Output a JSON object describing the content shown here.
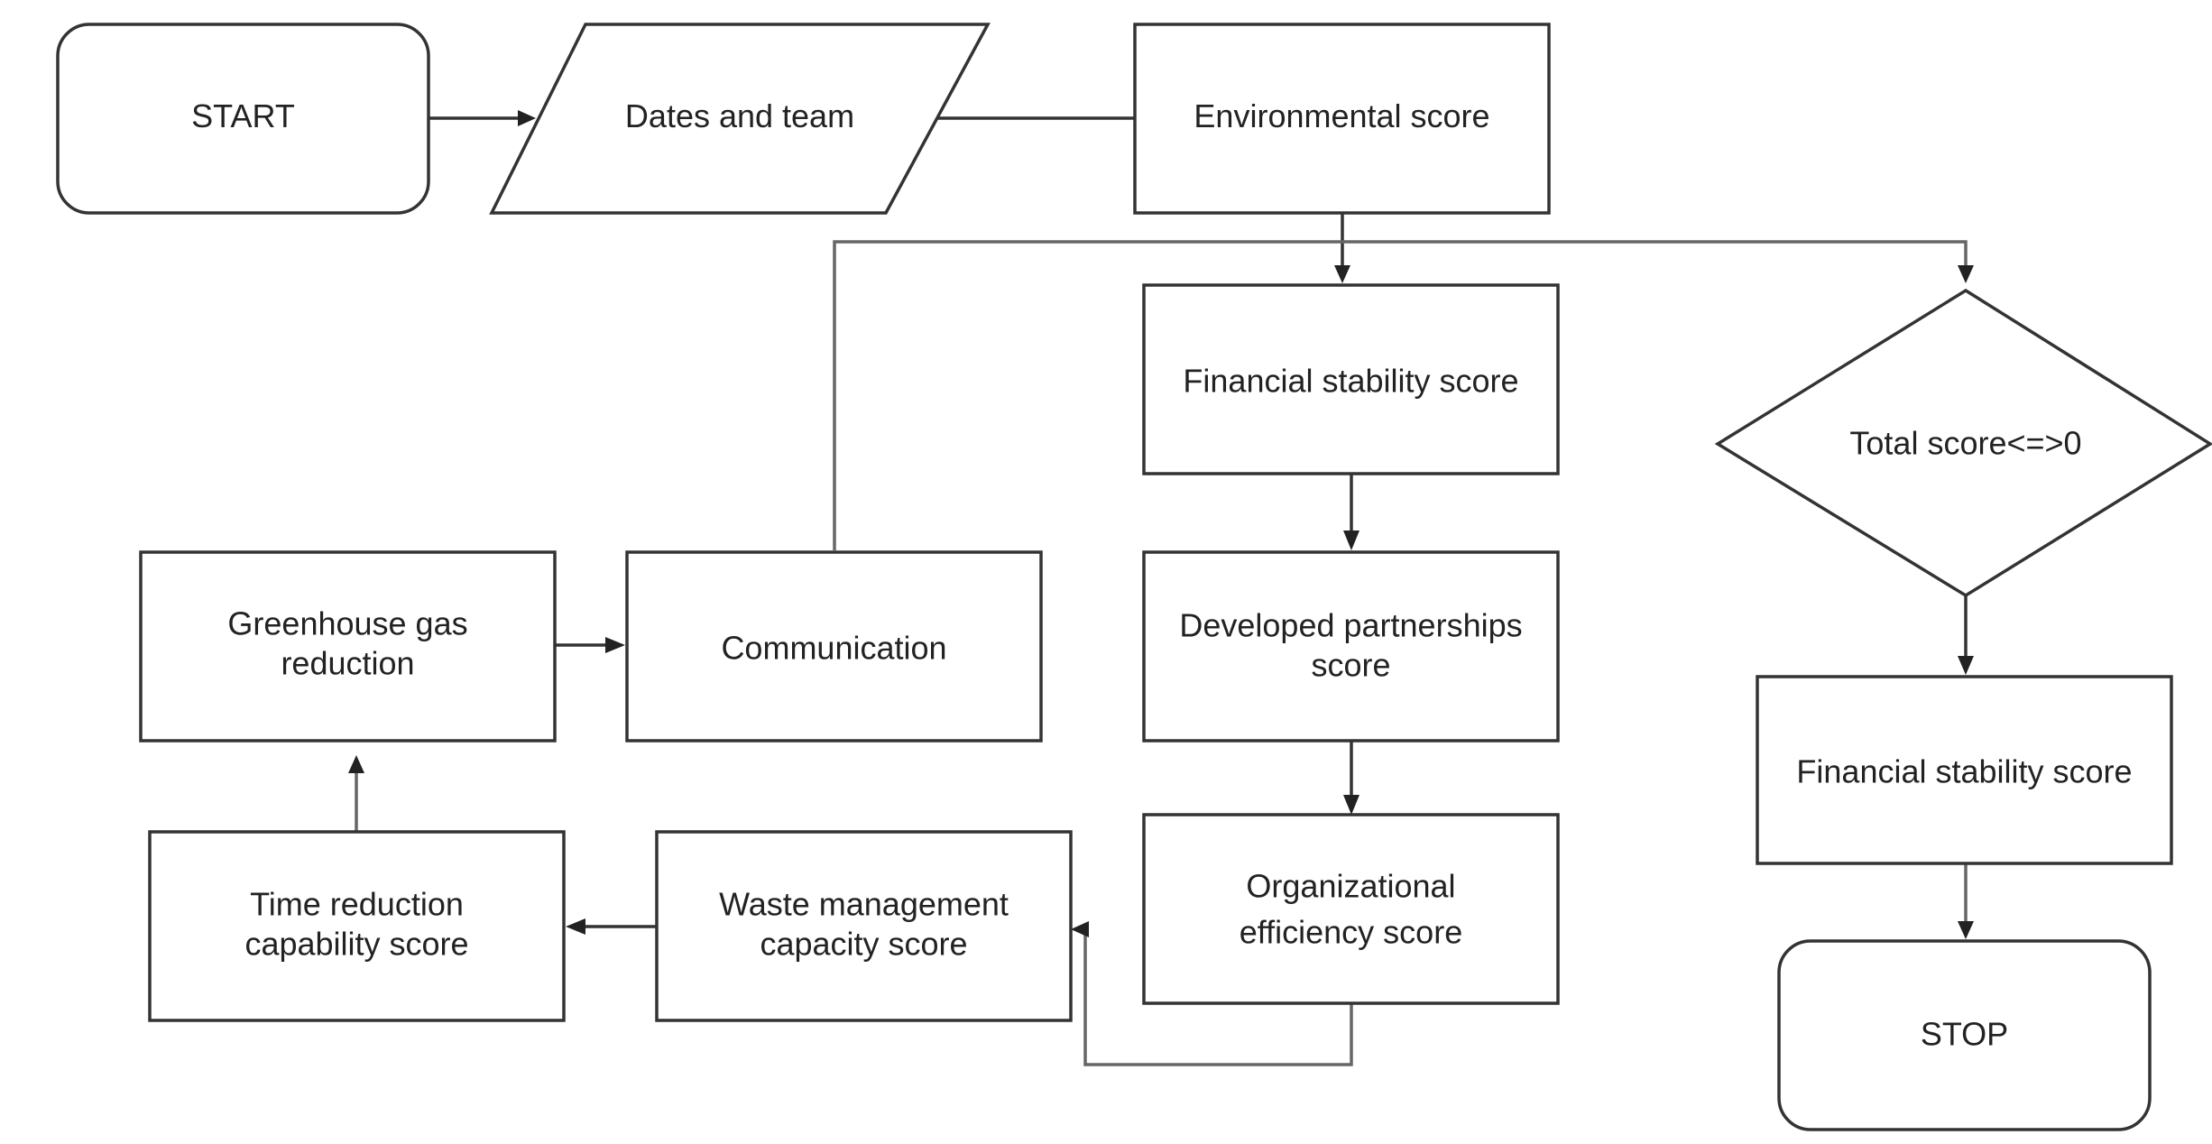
{
  "diagram": {
    "nodes": {
      "start": {
        "label": "START"
      },
      "dates_team": {
        "label": "Dates and team"
      },
      "environmental": {
        "label": "Environmental score"
      },
      "financial_1": {
        "label": "Financial stability score"
      },
      "partnerships": {
        "label_line1": "Developed partnerships",
        "label_line2": "score"
      },
      "org_efficiency": {
        "label_line1": "Organizational",
        "label_line2": "efficiency score"
      },
      "waste": {
        "label_line1": "Waste management",
        "label_line2": "capacity score"
      },
      "time_reduction": {
        "label_line1": "Time reduction",
        "label_line2": "capability score"
      },
      "greenhouse": {
        "label_line1": "Greenhouse gas",
        "label_line2": "reduction"
      },
      "communication": {
        "label": "Communication"
      },
      "decision": {
        "label": "Total score<=>0"
      },
      "financial_2": {
        "label": "Financial stability score"
      },
      "stop": {
        "label": "STOP"
      }
    },
    "colors": {
      "stroke": "#333333",
      "text": "#222222",
      "fill": "#ffffff"
    }
  }
}
